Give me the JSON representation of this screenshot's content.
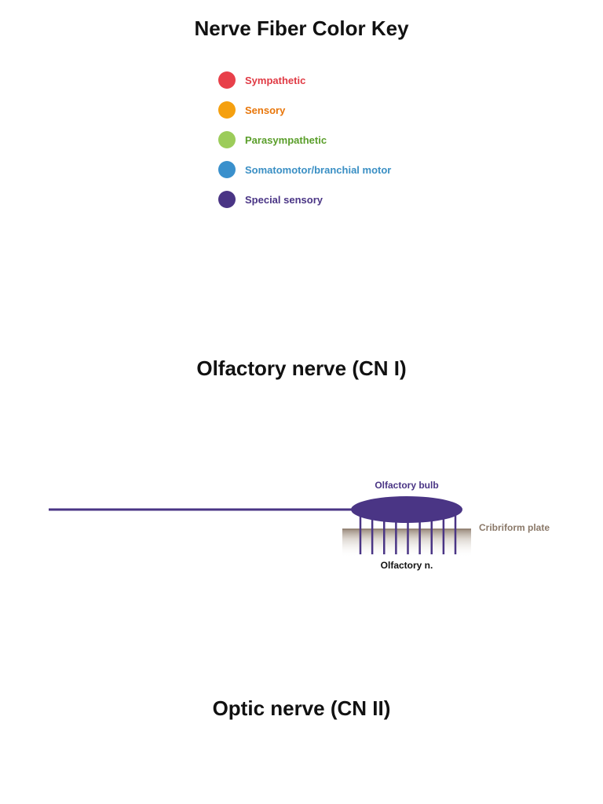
{
  "colors": {
    "sympathetic": "#e8404a",
    "sensory": "#f5a00f",
    "parasympathetic": "#9ccc5a",
    "somatomotor": "#3a90cc",
    "special_sensory": "#4a3585",
    "plate": "#8a7868",
    "text_dark": "#111111"
  },
  "key": {
    "title": "Nerve Fiber Color Key",
    "items": [
      {
        "label": "Sympathetic",
        "dot_color": "#e8404a",
        "text_color": "#e03a44"
      },
      {
        "label": "Sensory",
        "dot_color": "#f5a00f",
        "text_color": "#e8760a"
      },
      {
        "label": "Parasympathetic",
        "dot_color": "#9ccc5a",
        "text_color": "#5a9e2a"
      },
      {
        "label": "Somatomotor/branchial motor",
        "dot_color": "#3a90cc",
        "text_color": "#3a8fc4"
      },
      {
        "label": "Special sensory",
        "dot_color": "#4a3585",
        "text_color": "#4a3585"
      }
    ]
  },
  "olfactory": {
    "title": "Olfactory nerve (CN I)",
    "bulb_label": "Olfactory bulb",
    "plate_label": "Cribriform plate",
    "nerve_label": "Olfactory n.",
    "fiber_count": 9
  },
  "optic": {
    "title": "Optic nerve (CN II)"
  }
}
